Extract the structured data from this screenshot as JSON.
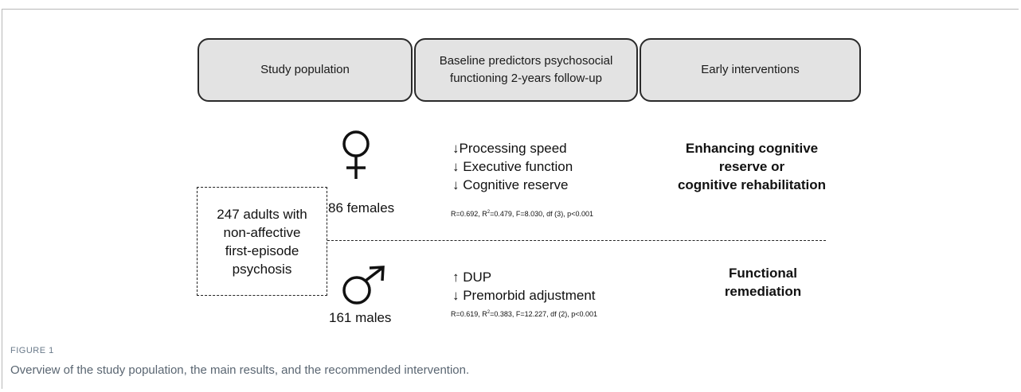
{
  "headers": [
    "Study population",
    "Baseline predictors psychosocial\nfunctioning 2-years follow-up",
    "Early interventions"
  ],
  "population": {
    "line1": "247 adults with",
    "line2": "non-affective",
    "line3": "first-episode",
    "line4": "psychosis"
  },
  "females": {
    "label": "86 females",
    "symbol": "female-symbol-icon",
    "predictors": [
      "↓Processing speed",
      "↓ Executive function",
      "↓ Cognitive reserve"
    ],
    "stats": {
      "r": "R=0.692, R",
      "r2": "=0.479, F=8.030, df (3), p<0.001"
    },
    "intervention": [
      "Enhancing cognitive",
      "reserve or",
      "cognitive rehabilitation"
    ]
  },
  "males": {
    "label": "161 males",
    "symbol": "male-symbol-icon",
    "predictors": [
      "↑ DUP",
      "↓  Premorbid adjustment"
    ],
    "stats": {
      "r": "R=0.619, R",
      "r2": "=0.383, F=12.227, df (2), p<0.001"
    },
    "intervention": [
      "Functional",
      "remediation"
    ]
  },
  "figure": {
    "label": "FIGURE 1",
    "caption": "Overview of the study population, the main results, and the recommended intervention."
  }
}
